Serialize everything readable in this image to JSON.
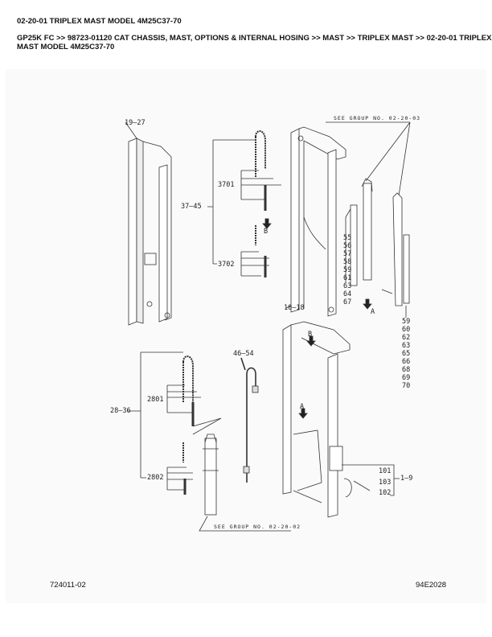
{
  "header": {
    "title": "02-20-01 TRIPLEX MAST MODEL 4M25C37-70",
    "breadcrumb_line1": "GP25K FC >> 98723-01120 CAT CHASSIS, MAST, OPTIONS & INTERNAL HOSING >> MAST >> TRIPLEX MAST >> 02-20-01 TRIPLEX",
    "breadcrumb_line2": "MAST MODEL 4M25C37-70"
  },
  "diagram": {
    "labels": {
      "outer_rail": "19—27",
      "hose_set_upper": "37—45",
      "hose_3701": "3701",
      "hose_3702": "3702",
      "arrow_b_top": "B",
      "see_group_top": "SEE  GROUP  NO.  02-20-03",
      "inner_mast": "10—18",
      "arrow_a_top": "A",
      "hose_46_54": "46—54",
      "hose_set_lower": "28—36",
      "hose_2801": "2801",
      "hose_2802": "2802",
      "see_group_bottom": "SEE  GROUP  NO.  02-20-02",
      "arrow_b_bottom": "B",
      "arrow_a_bottom": "A",
      "part_101": "101",
      "part_103": "103",
      "part_102": "102",
      "part_1_9": "1—9"
    },
    "cylinder_left_parts": [
      "55",
      "56",
      "57",
      "58",
      "59",
      "61",
      "63",
      "64",
      "67"
    ],
    "cylinder_right_parts": [
      "59",
      "60",
      "62",
      "63",
      "65",
      "66",
      "68",
      "69",
      "70"
    ]
  },
  "footer": {
    "left_code": "724011-02",
    "right_code": "94E2028"
  }
}
